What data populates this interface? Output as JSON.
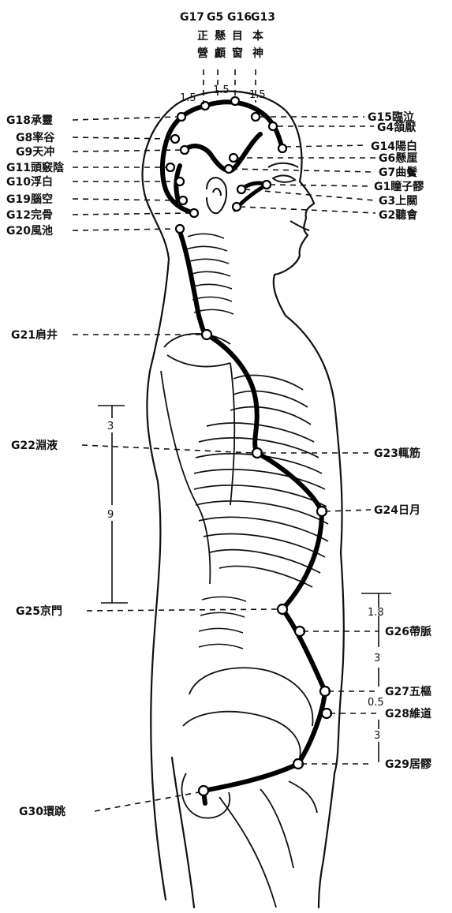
{
  "figure": {
    "top_labels": [
      "G17",
      "G5",
      "G16",
      "G13"
    ],
    "top_names": [
      "正營",
      "懸顱",
      "目窗",
      "本神"
    ],
    "head_spacing": [
      "1.5",
      "1.5",
      "1.5"
    ],
    "points_left": [
      "G18承靈",
      "G8率谷",
      "G9天冲",
      "G11頭竅陰",
      "G10浮白",
      "G19腦空",
      "G12完骨",
      "G20風池",
      "G21肩井",
      "G22淵液",
      "G25京門",
      "G30環跳"
    ],
    "points_right": [
      "G15臨泣",
      "G4頷厭",
      "G14陽白",
      "G6懸厘",
      "G7曲鬢",
      "G1瞳子髎",
      "G3上關",
      "G2聽會",
      "G23輒筋",
      "G24日月",
      "G26帶脈",
      "G27五樞",
      "G28維道",
      "G29居髎"
    ],
    "measurements": [
      "3",
      "9",
      "1.8",
      "3",
      "0.5",
      "3"
    ]
  }
}
